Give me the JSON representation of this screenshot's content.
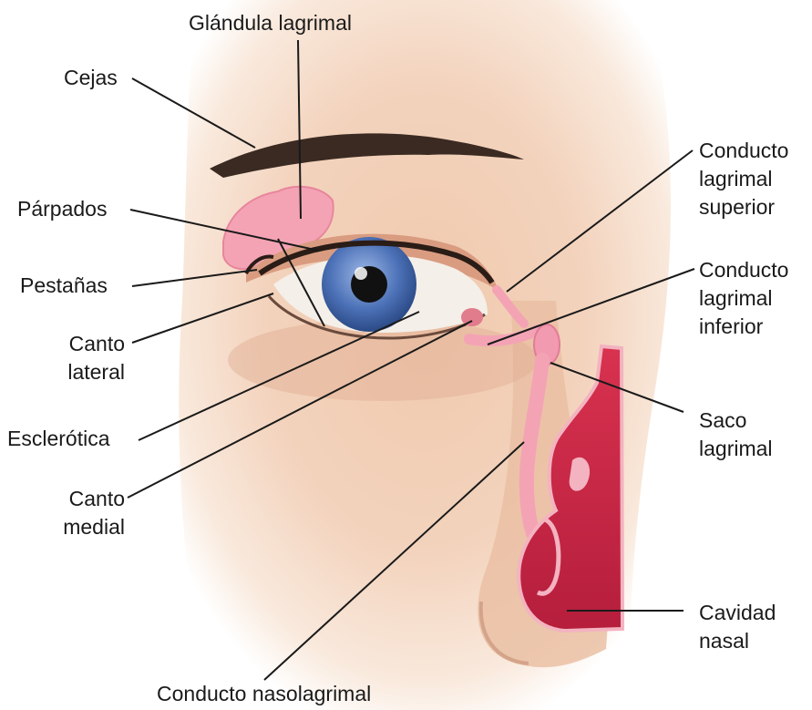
{
  "diagram": {
    "labels": {
      "glandula": "Glándula lagrimal",
      "cejas": "Cejas",
      "parpados": "Párpados",
      "pestanas": "Pestañas",
      "canto_lateral": [
        "Canto",
        "lateral"
      ],
      "esclerotica": "Esclerótica",
      "canto_medial": [
        "Canto",
        "medial"
      ],
      "conducto_nasolagrimal": "Conducto nasolagrimal",
      "conducto_superior": [
        "Conducto",
        "lagrimal",
        "superior"
      ],
      "conducto_inferior": [
        "Conducto",
        "lagrimal",
        "inferior"
      ],
      "saco_lagrimal": [
        "Saco",
        "lagrimal"
      ],
      "cavidad_nasal": [
        "Cavidad",
        "nasal"
      ]
    }
  }
}
